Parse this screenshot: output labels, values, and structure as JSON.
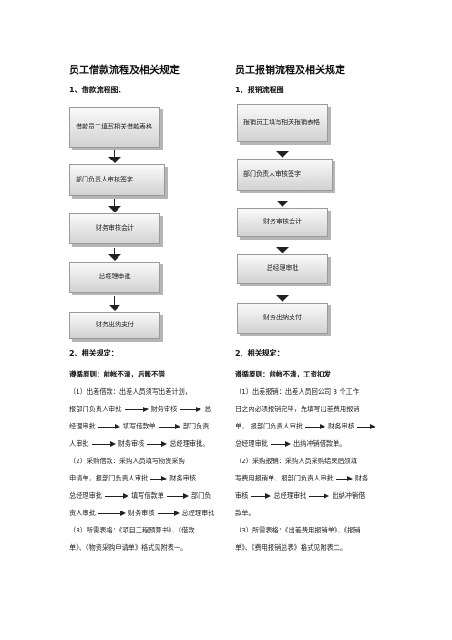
{
  "left": {
    "title": "员工借款流程及相关规定",
    "flow_heading": "1、借款流程图：",
    "flow_steps": [
      "借款员工填写相关借款表格",
      "部门负责人审核签字",
      "财务审核会计",
      "总经理审批",
      "财务出纳支付"
    ],
    "rules_heading": "2、相关规定：",
    "principle": "遵循原则：前帐不清，后账不借",
    "lines": [
      [
        "（1）出差借款：出差人员须写出差计划，"
      ],
      [
        "报部门负责人审批",
        "财务审核",
        "总"
      ],
      [
        "经理审批",
        "填写借款单",
        "部门负责"
      ],
      [
        "人审批",
        "财务审核",
        "总经理审批。"
      ],
      [
        "（2）采购借款：采购人员填写物资采购"
      ],
      [
        "申请单，报部门负责人审批",
        "财务审核"
      ],
      [
        "总经理审批",
        "填写借款单",
        "部门负"
      ],
      [
        "责人审批",
        "财务审核",
        "总经理审批"
      ],
      [
        "（3）所需表格：《项目工程预算书》、《借款"
      ],
      [
        "单》、《物资采购申请单》格式见附表一。"
      ]
    ]
  },
  "right": {
    "title": "员工报销流程及相关规定",
    "flow_heading": "1、报销流程图",
    "flow_steps": [
      "报销员工填写相关报销表格",
      "部门负责人审核签字",
      "财务审核会计",
      "总经理审批",
      "财务出纳支付"
    ],
    "rules_heading": "2、相关规定：",
    "principle": "遵循原则：前帐不清，工资扣发",
    "lines": [
      [
        "（1）出差报销：出差人员回公司 3 个工作"
      ],
      [
        "日之内必须报销完毕，先填写出差费用报销"
      ],
      [
        "单， 报部门负责人审批",
        "财务审核",
        ""
      ],
      [
        "总经理审批",
        "出纳冲销借款单。"
      ],
      [
        "（2）采购报销：采购人员采购结束后须填"
      ],
      [
        "写费用报销单、报部门负责人审批",
        "财务"
      ],
      [
        "审核",
        "总经理审批",
        "出纳冲销借"
      ],
      [
        "款单。"
      ],
      [
        "（3）所需表格：《出差费用报销单》、《报销"
      ],
      [
        "单》、《费用报销总表》格式见附表二。"
      ]
    ]
  }
}
